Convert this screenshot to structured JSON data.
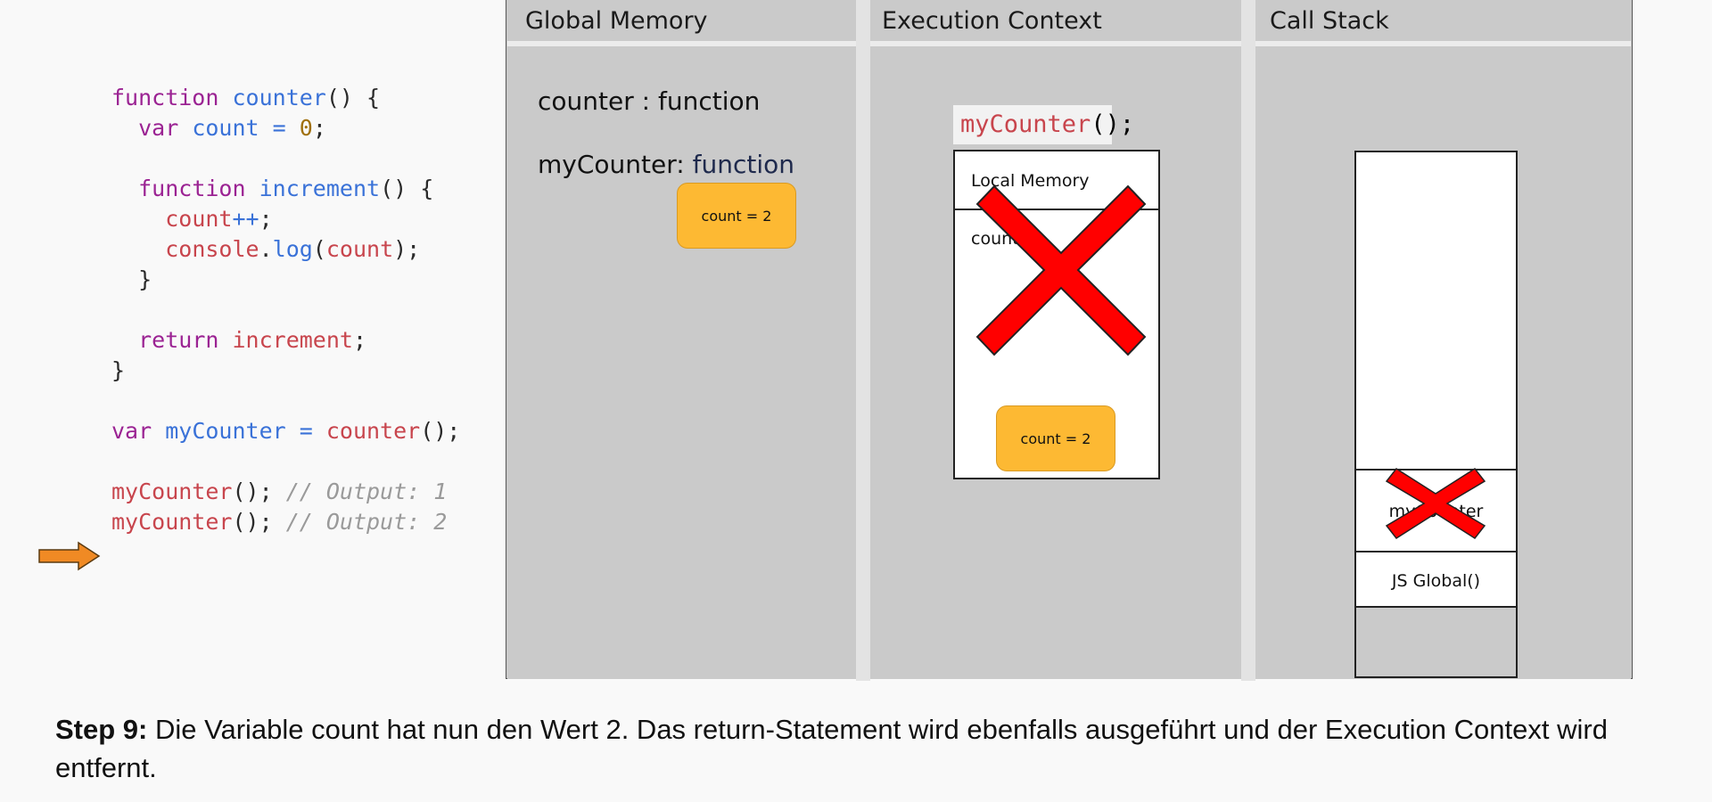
{
  "code": {
    "lines": [
      [
        {
          "t": "function",
          "c": "kw"
        },
        {
          "t": " ",
          "c": "pun"
        },
        {
          "t": "counter",
          "c": "fnname"
        },
        {
          "t": "() {",
          "c": "pun"
        }
      ],
      [
        {
          "t": "  ",
          "c": "pun"
        },
        {
          "t": "var",
          "c": "kw"
        },
        {
          "t": " ",
          "c": "pun"
        },
        {
          "t": "count",
          "c": "var"
        },
        {
          "t": " = ",
          "c": "op"
        },
        {
          "t": "0",
          "c": "num"
        },
        {
          "t": ";",
          "c": "pun"
        }
      ],
      [],
      [
        {
          "t": "  ",
          "c": "pun"
        },
        {
          "t": "function",
          "c": "kw"
        },
        {
          "t": " ",
          "c": "pun"
        },
        {
          "t": "increment",
          "c": "fnname"
        },
        {
          "t": "() {",
          "c": "pun"
        }
      ],
      [
        {
          "t": "    ",
          "c": "pun"
        },
        {
          "t": "count",
          "c": "red"
        },
        {
          "t": "++",
          "c": "op"
        },
        {
          "t": ";",
          "c": "pun"
        }
      ],
      [
        {
          "t": "    ",
          "c": "pun"
        },
        {
          "t": "console",
          "c": "red"
        },
        {
          "t": ".",
          "c": "pun"
        },
        {
          "t": "log",
          "c": "fnname"
        },
        {
          "t": "(",
          "c": "pun"
        },
        {
          "t": "count",
          "c": "red"
        },
        {
          "t": ");",
          "c": "pun"
        }
      ],
      [
        {
          "t": "  }",
          "c": "pun"
        }
      ],
      [],
      [
        {
          "t": "  ",
          "c": "pun"
        },
        {
          "t": "return",
          "c": "kw"
        },
        {
          "t": " ",
          "c": "pun"
        },
        {
          "t": "increment",
          "c": "red"
        },
        {
          "t": ";",
          "c": "pun"
        }
      ],
      [
        {
          "t": "}",
          "c": "pun"
        }
      ],
      [],
      [
        {
          "t": "var",
          "c": "kw"
        },
        {
          "t": " ",
          "c": "pun"
        },
        {
          "t": "myCounter",
          "c": "var"
        },
        {
          "t": " = ",
          "c": "op"
        },
        {
          "t": "counter",
          "c": "red"
        },
        {
          "t": "();",
          "c": "pun"
        }
      ],
      [],
      [
        {
          "t": "myCounter",
          "c": "red"
        },
        {
          "t": "(); ",
          "c": "pun"
        },
        {
          "t": "// Output: 1",
          "c": "cm"
        }
      ],
      [
        {
          "t": "myCounter",
          "c": "red"
        },
        {
          "t": "(); ",
          "c": "pun"
        },
        {
          "t": "// Output: 2",
          "c": "cm"
        }
      ]
    ]
  },
  "panels": {
    "global_memory": {
      "title": "Global Memory",
      "entry1": "counter : function",
      "entry2_name": "myCounter:",
      "entry2_type": "function",
      "closure_value": "count = 2"
    },
    "execution_context": {
      "title": "Execution Context",
      "call_fn": "myCounter",
      "call_rest": "();",
      "local_memory_label": "Local Memory",
      "local_var": "count",
      "value": "count = 2"
    },
    "call_stack": {
      "title": "Call Stack",
      "frame_top": "myCounter",
      "frame_bottom": "JS Global()"
    }
  },
  "caption": {
    "step": "Step 9:",
    "text": " Die Variable count hat nun den Wert 2. Das return-Statement wird ebenfalls ausgeführt und der Execution Context wird entfernt."
  },
  "colors": {
    "pill": "#fdb933",
    "x_mark": "#ff0000",
    "arrow": "#f08a24",
    "panel_bg": "#cacaca"
  }
}
